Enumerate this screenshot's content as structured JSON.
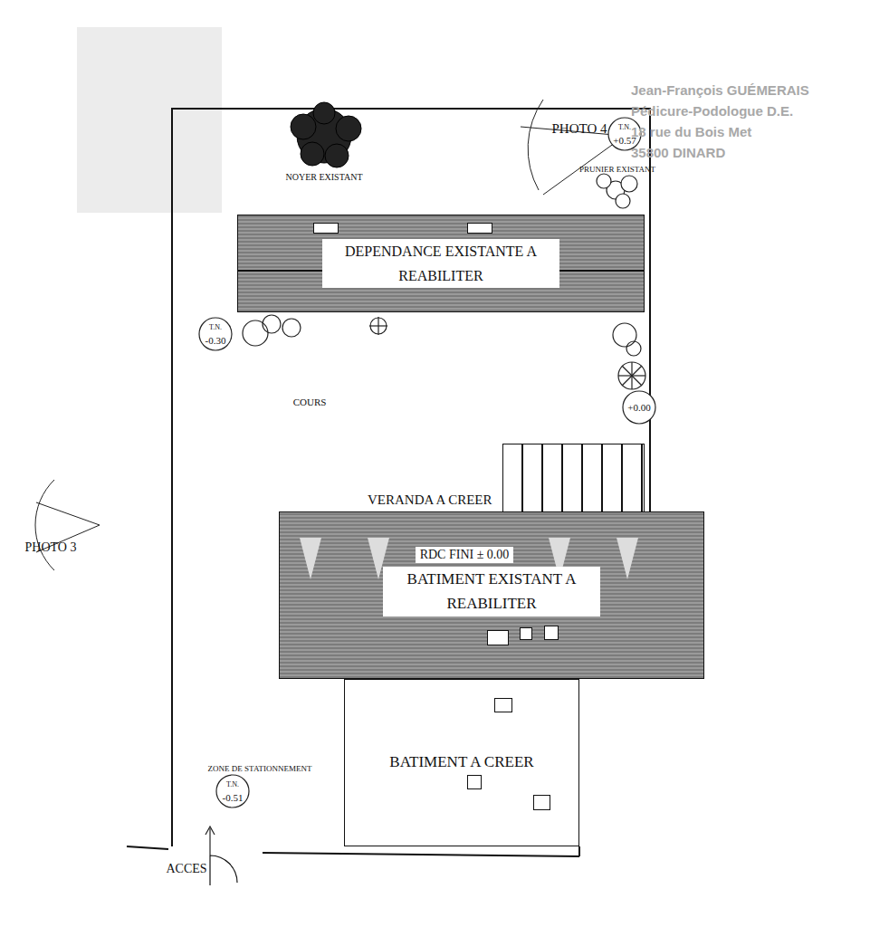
{
  "diagram": {
    "nodes": [
      {
        "text": [
          "DEPENDANCE EXISTANTE A REABILITER"
        ]
      },
      {
        "text": [
          "VERANDA A CREER"
        ]
      },
      {
        "text": [
          "RDC FINI ± 0.00",
          "BATIMENT EXISTANT A REABILITER"
        ]
      },
      {
        "text": [
          "BATIMENT A CREER"
        ]
      }
    ],
    "labels": [
      "Jean-François GUÉMERAIS",
      "Pédicure-Podologue D.E.",
      "18 rue du Bois Met",
      "35800 DINARD",
      "NOYER EXISTANT",
      "PHOTO 4",
      "T.N.",
      "+0.57",
      "PRUNIER EXISTANT",
      "T.N.",
      "-0.30",
      "+0.00",
      "COURS",
      "PHOTO 3",
      "ZONE DE STATIONNEMENT",
      "T.N.",
      "-0.51",
      "ACCES"
    ]
  }
}
